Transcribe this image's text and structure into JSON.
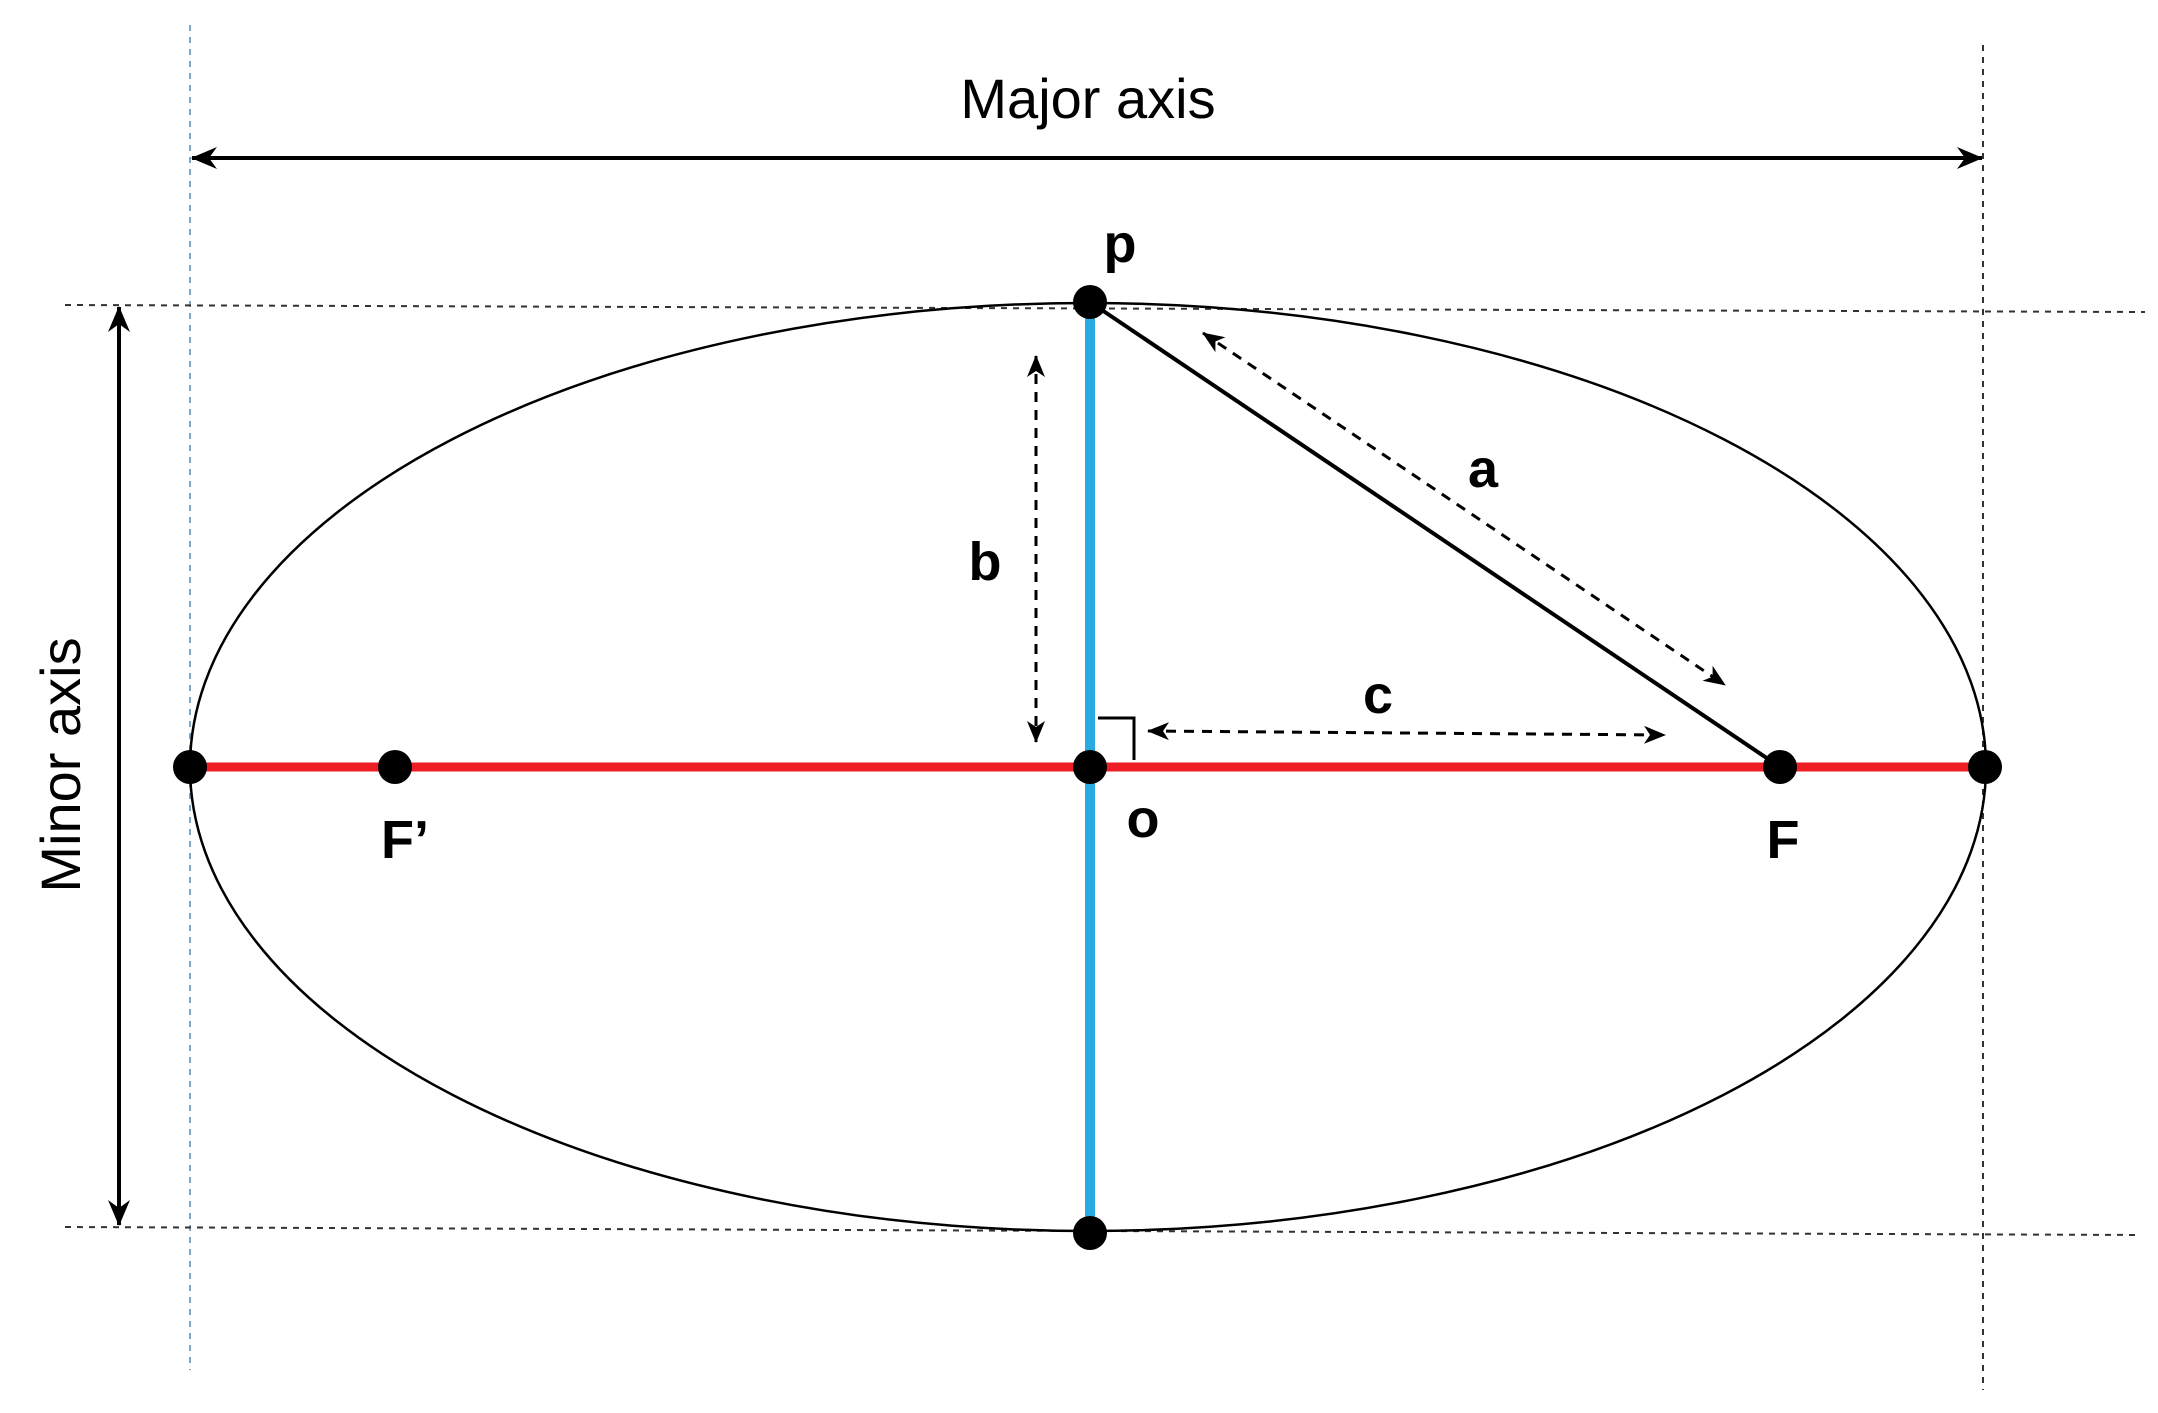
{
  "colors": {
    "major_axis": "#ee1c24",
    "minor_axis": "#29abe2",
    "ink": "#000000",
    "guide_dark": "#333333",
    "guide_light": "#7fa6c9"
  },
  "labels": {
    "major_axis": "Major axis",
    "minor_axis": "Minor axis",
    "top_vertex": "p",
    "center": "o",
    "focus_right": "F",
    "focus_left": "F’",
    "semi_major": "a",
    "semi_minor": "b",
    "focal_distance": "c"
  }
}
